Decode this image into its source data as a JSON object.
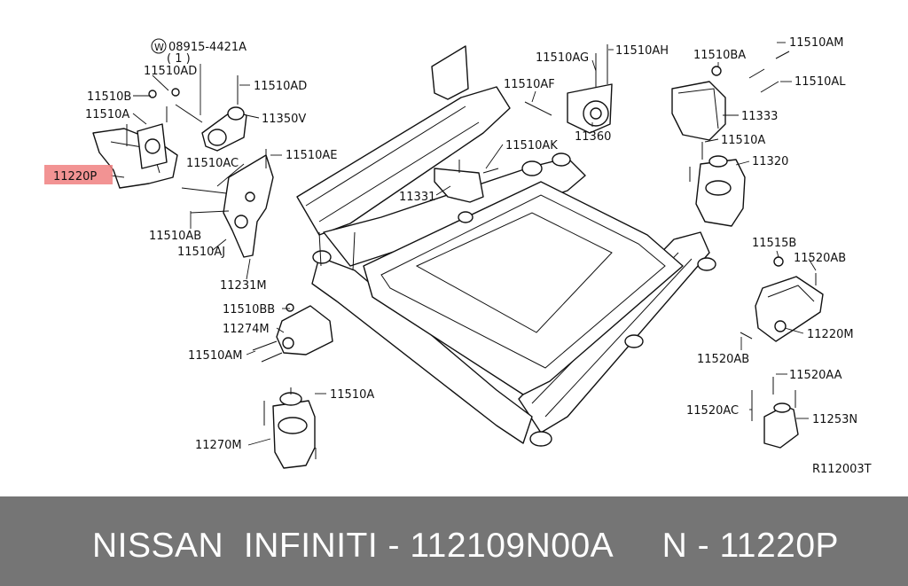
{
  "diagram": {
    "highlight_color": "#f08080",
    "highlighted_label": "11220P",
    "reference": "R112003T",
    "labels": {
      "washer_spec": "08915-4421A",
      "washer_qty": "( 1 )",
      "l11510AD_a": "11510AD",
      "l11510AD_b": "11510AD",
      "l11510B": "11510B",
      "l11510A_a": "11510A",
      "l11350V": "11350V",
      "l11220P": "11220P",
      "l11510AC": "11510AC",
      "l11510AE": "11510AE",
      "l11510AB": "11510AB",
      "l11510AJ": "11510AJ",
      "l11231M": "11231M",
      "l11510AG": "11510AG",
      "l11510AH": "11510AH",
      "l11510AF": "11510AF",
      "l11360": "11360",
      "l11510AK": "11510AK",
      "l11331": "11331",
      "l11510BA": "11510BA",
      "l11510AM_a": "11510AM",
      "l11510AL": "11510AL",
      "l11333": "11333",
      "l11510A_b": "11510A",
      "l11320": "11320",
      "l11515B": "11515B",
      "l11520AB_a": "11520AB",
      "l11220M": "11220M",
      "l11520AB_b": "11520AB",
      "l11510BB": "11510BB",
      "l11274M": "11274M",
      "l11510AM_b": "11510AM",
      "l11510A_c": "11510A",
      "l11270M": "11270M",
      "l11520AA": "11520AA",
      "l11520AC": "11520AC",
      "l11253N": "11253N"
    }
  },
  "footer": {
    "text": "NISSAN  INFINITI - 112109N00A     N - 11220P",
    "background": "#757575"
  }
}
